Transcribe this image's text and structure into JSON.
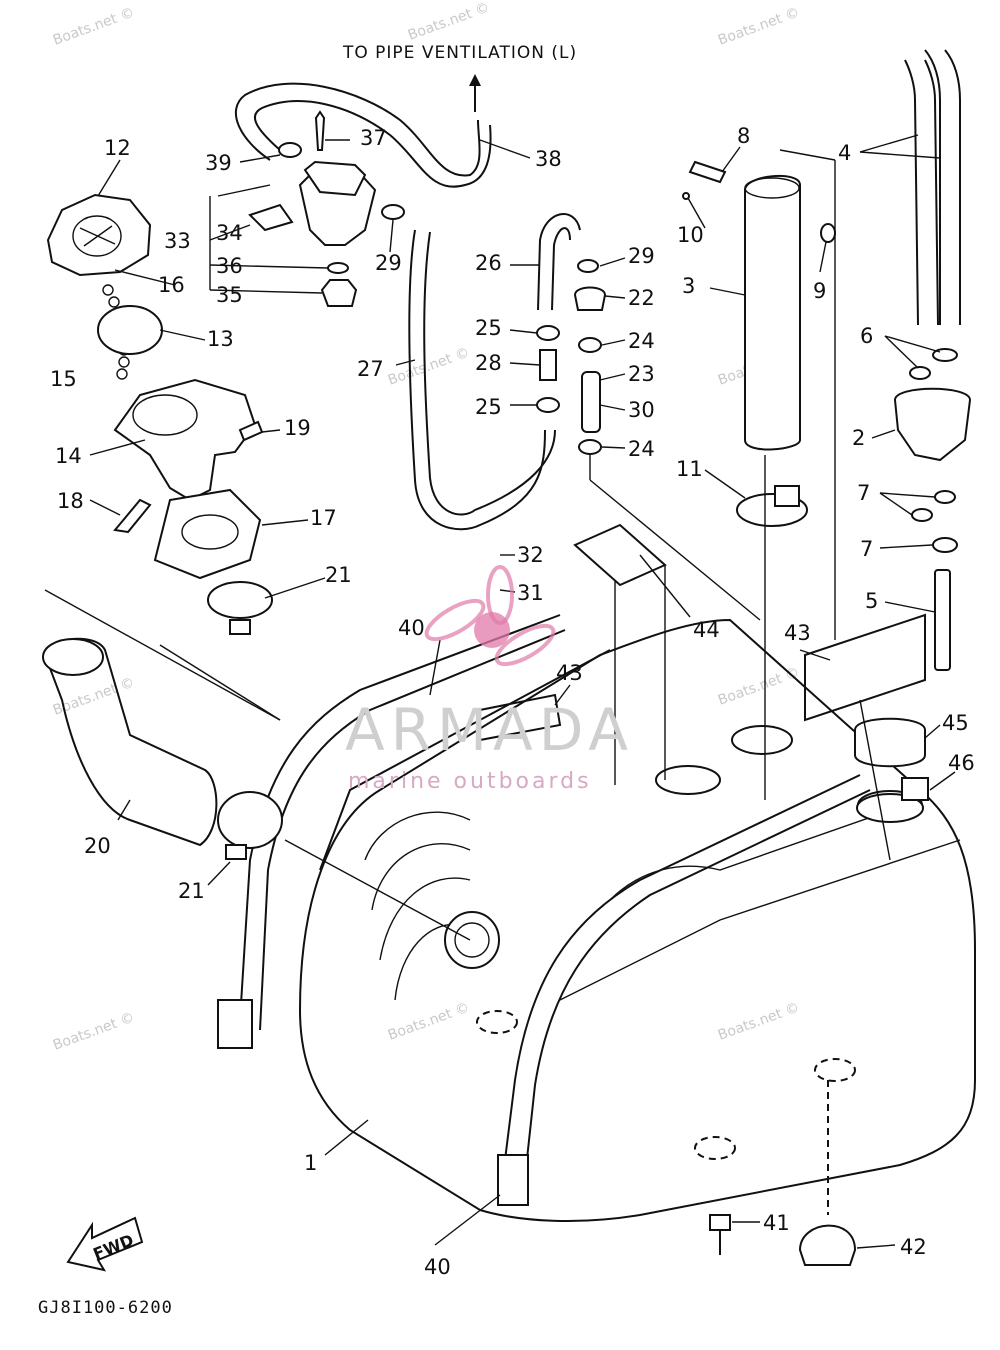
{
  "header": {
    "ventilation_label": "TO PIPE VENTILATION (L)"
  },
  "footer": {
    "part_code": "GJ8I100-6200"
  },
  "fwd_label": "FWD",
  "watermark": {
    "site": "Boats.net ©",
    "brand": "ARMADA",
    "tagline": "marine outboards"
  },
  "labels": {
    "l1": "1",
    "l2": "2",
    "l3": "3",
    "l4": "4",
    "l5": "5",
    "l6": "6",
    "l7a": "7",
    "l7b": "7",
    "l8": "8",
    "l9": "9",
    "l10": "10",
    "l11": "11",
    "l12": "12",
    "l13": "13",
    "l14": "14",
    "l15": "15",
    "l16": "16",
    "l17": "17",
    "l18": "18",
    "l19": "19",
    "l20": "20",
    "l21a": "21",
    "l21b": "21",
    "l22": "22",
    "l23": "23",
    "l24a": "24",
    "l24b": "24",
    "l25a": "25",
    "l25b": "25",
    "l26": "26",
    "l27": "27",
    "l28": "28",
    "l29a": "29",
    "l29b": "29",
    "l30": "30",
    "l31": "31",
    "l32": "32",
    "l33": "33",
    "l34": "34",
    "l35": "35",
    "l36": "36",
    "l37": "37",
    "l38": "38",
    "l39": "39",
    "l40a": "40",
    "l40b": "40",
    "l41": "41",
    "l42": "42",
    "l43a": "43",
    "l43b": "43",
    "l44": "44",
    "l45": "45",
    "l46": "46"
  },
  "colors": {
    "line": "#111111",
    "watermark": "#c9c9c9",
    "logo_pink": "#e07aa8"
  }
}
